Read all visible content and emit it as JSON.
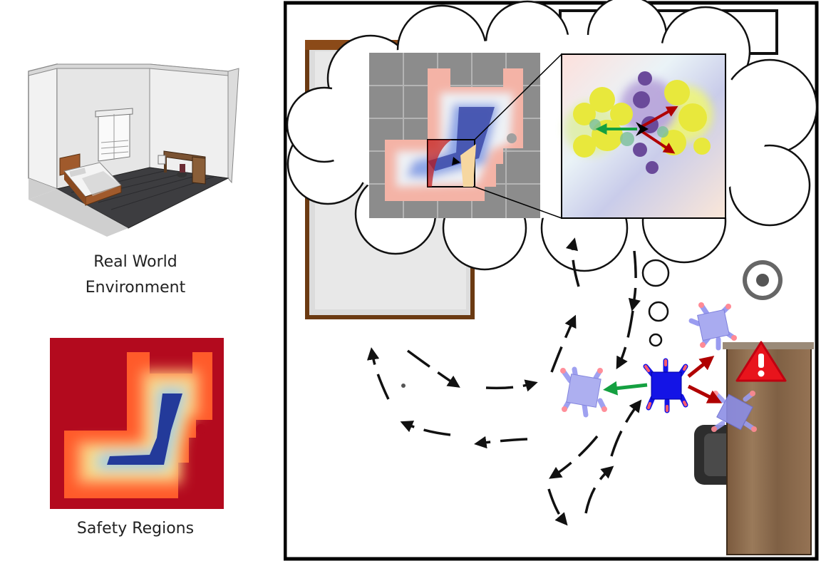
{
  "labels": {
    "real_world": [
      "Real World",
      "Environment"
    ],
    "safety": "Safety Regions"
  },
  "colors": {
    "safety_red": "#b30a1e",
    "safety_orange": "#ff5a2a",
    "safety_yellow": "#f4e58c",
    "safety_blue": "#233a9a",
    "robot_blue": "#1414e6",
    "robot_faded": "#9a9cf0",
    "leg_red": "#ff5b6b",
    "arrow_green": "#14a040",
    "arrow_red": "#b00000",
    "warning_red": "#e8141c",
    "desk_wood": "#8b6a4a"
  },
  "icons": [
    "room-3d-icon",
    "safety-map-icon",
    "thought-cloud-icon",
    "robot-icon",
    "warning-icon",
    "bed-icon",
    "desk-icon",
    "chair-icon",
    "trash-can-icon"
  ]
}
